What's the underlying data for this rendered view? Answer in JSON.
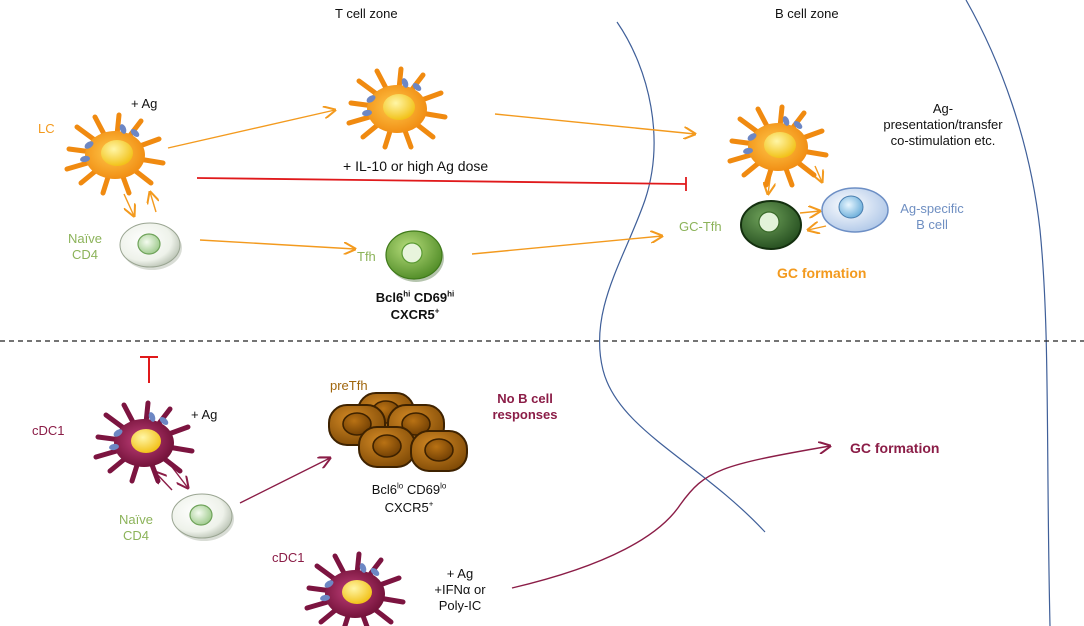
{
  "zones": {
    "t_cell": "T cell zone",
    "b_cell": "B cell zone"
  },
  "top": {
    "lc": "LC",
    "ag1": "+ Ag",
    "il10": "+ IL-10 or high Ag dose",
    "ag_presentation": [
      "Ag-",
      "presentation/transfer",
      "co-stimulation etc."
    ],
    "naive": [
      "Naïve",
      "CD4"
    ],
    "tfh": "Tfh",
    "tfh_marker1": {
      "a": "Bcl6",
      "a_sup": "hi",
      "b": " CD69",
      "b_sup": "hi"
    },
    "tfh_marker2": {
      "a": "CXCR5",
      "a_sup": "+"
    },
    "gc_tfh": "GC-Tfh",
    "b_cell": [
      "Ag-specific",
      "B cell"
    ],
    "gc_formation": "GC formation"
  },
  "bottom": {
    "cdc1_a": "cDC1",
    "ag2": "+ Ag",
    "naive": [
      "Naïve",
      "CD4"
    ],
    "pretfh": "preTfh",
    "no_b": [
      "No B cell",
      "responses"
    ],
    "pre_marker1": {
      "a": "Bcl6",
      "a_sup": "lo",
      "b": " CD69",
      "b_sup": "lo"
    },
    "pre_marker2": {
      "a": "CXCR5",
      "a_sup": "+"
    },
    "cdc1_b": "cDC1",
    "ag3": [
      "+ Ag",
      "+IFNα or",
      "Poly-IC"
    ],
    "gc_formation": "GC formation"
  },
  "colors": {
    "orange": "#f39a1e",
    "green": "#8cb35a",
    "blue": "#6f8fc2",
    "maroon": "#8b1d47",
    "brown": "#a0660c",
    "inhibition": "#e0191b"
  },
  "icons": [
    "langerhans-cell-icon",
    "conventional-dc1-icon",
    "naive-cd4-t-cell-icon",
    "tfh-cell-icon",
    "gc-tfh-cell-icon",
    "b-cell-icon",
    "pretfh-cell-cluster-icon"
  ]
}
